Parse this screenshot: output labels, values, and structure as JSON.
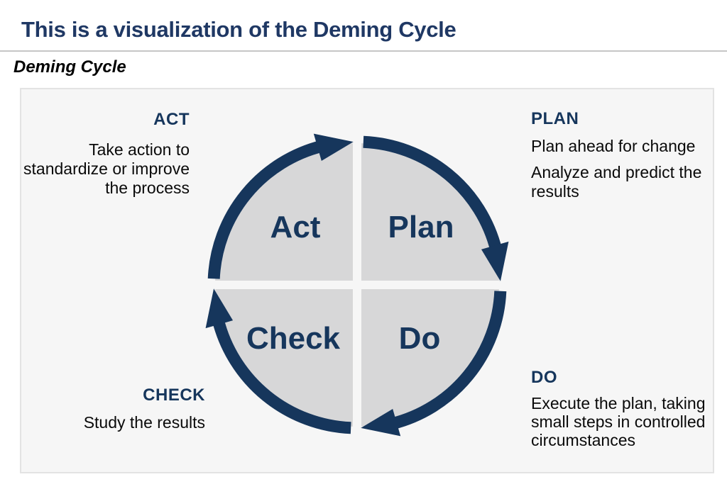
{
  "page": {
    "title": "This is a visualization of the Deming Cycle",
    "section_title": "Deming Cycle"
  },
  "colors": {
    "title_navy": "#1f3864",
    "diagram_navy": "#16365c",
    "quadrant_gray": "#d7d7d8",
    "panel_background": "#f6f6f6"
  },
  "cycle": {
    "act": {
      "wheel_label": "Act",
      "heading": "ACT",
      "lines": [
        "Take action to",
        "standardize or improve",
        "the process"
      ]
    },
    "plan": {
      "wheel_label": "Plan",
      "heading": "PLAN",
      "lines": [
        "Plan ahead for change",
        "Analyze and predict the",
        "results"
      ]
    },
    "do": {
      "wheel_label": "Do",
      "heading": "DO",
      "lines": [
        "Execute the plan, taking",
        "small steps in controlled",
        "circumstances"
      ]
    },
    "check": {
      "wheel_label": "Check",
      "heading": "CHECK",
      "lines": [
        "Study the results"
      ]
    }
  }
}
